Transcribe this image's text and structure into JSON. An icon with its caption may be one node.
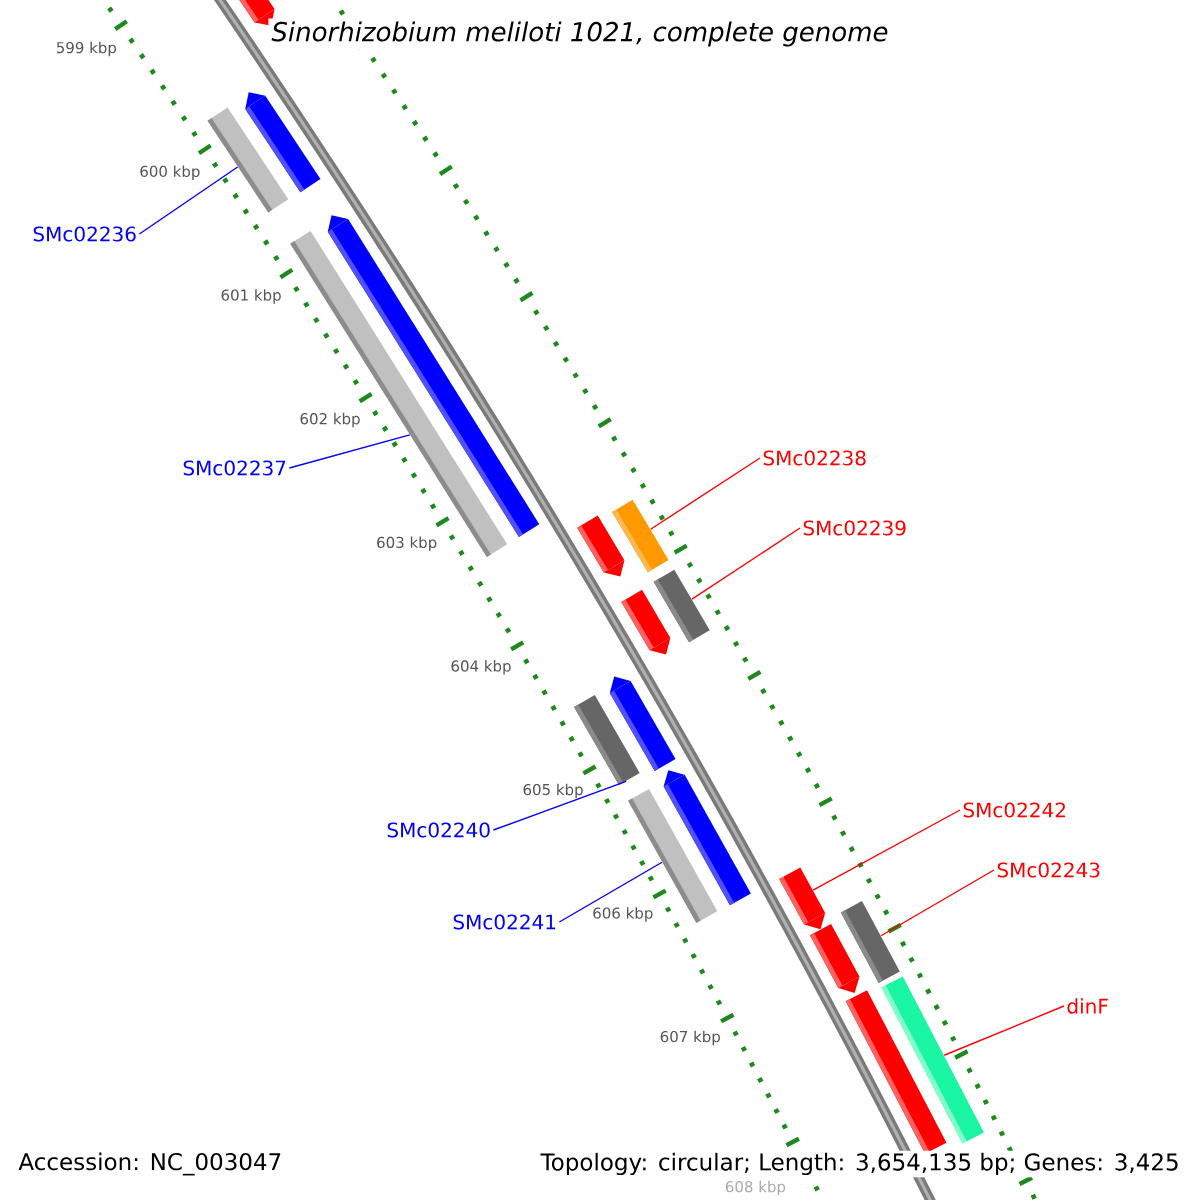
{
  "diagram": {
    "title": "Sinorhizobium meliloti 1021, complete genome",
    "nodes": [
      {
        "text": [
          "SMc02236"
        ]
      },
      {
        "text": [
          "SMc02237"
        ]
      },
      {
        "text": [
          "SMc02238"
        ]
      },
      {
        "text": [
          "SMc02239"
        ]
      },
      {
        "text": [
          "SMc02240"
        ]
      },
      {
        "text": [
          "SMc02241"
        ]
      },
      {
        "text": [
          "SMc02242"
        ]
      },
      {
        "text": [
          "SMc02243"
        ]
      },
      {
        "text": [
          "dinF"
        ]
      },
      {
        "text": [],
        "shape": "pentagon"
      },
      {
        "text": [],
        "shape": "pentagon"
      },
      {
        "text": [],
        "shape": "bar"
      },
      {
        "text": [],
        "shape": "pentagon"
      },
      {
        "text": [],
        "shape": "bar"
      },
      {
        "text": [],
        "shape": "bar"
      },
      {
        "text": [],
        "shape": "pentagon"
      },
      {
        "text": [],
        "shape": "bar"
      },
      {
        "text": [],
        "shape": "pentagon"
      },
      {
        "text": [],
        "shape": "pentagon"
      },
      {
        "text": [],
        "shape": "bar"
      },
      {
        "text": [],
        "shape": "pentagon"
      },
      {
        "text": [],
        "shape": "bar"
      },
      {
        "text": [],
        "shape": "pentagon"
      },
      {
        "text": [],
        "shape": "bar"
      },
      {
        "text": [],
        "shape": "pentagon"
      },
      {
        "text": [],
        "shape": "bar"
      },
      {
        "text": [],
        "shape": "bar"
      }
    ],
    "edges": [
      {
        "from": 0,
        "to": 11,
        "arrow": "none",
        "color": "#0000ff"
      },
      {
        "from": 1,
        "to": 13,
        "arrow": "none",
        "color": "#0000ff"
      },
      {
        "from": 2,
        "to": 14,
        "arrow": "none"
      },
      {
        "from": 3,
        "to": 16,
        "arrow": "none"
      },
      {
        "from": 4,
        "to": 19,
        "arrow": "none",
        "color": "#0000ff"
      },
      {
        "from": 5,
        "to": 21,
        "arrow": "none",
        "color": "#0000ff"
      },
      {
        "from": 6,
        "to": 22,
        "arrow": "none"
      },
      {
        "from": 7,
        "to": 23,
        "arrow": "none"
      },
      {
        "from": 8,
        "to": 25,
        "arrow": "none"
      }
    ],
    "labels": [
      "599 kbp",
      "600 kbp",
      "601 kbp",
      "602 kbp",
      "603 kbp",
      "604 kbp",
      "605 kbp",
      "606 kbp",
      "607 kbp",
      "608 kbp",
      "Accession: NC_003047",
      "Topology: circular; Length: 3,654,135 bp; Genes: 3,425"
    ]
  }
}
